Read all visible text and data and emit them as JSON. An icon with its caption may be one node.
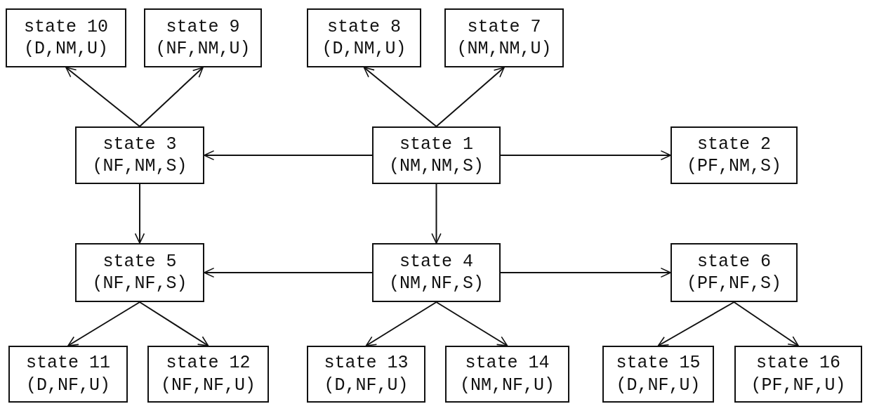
{
  "diagram": {
    "nodes": [
      {
        "text": [
          "state 10",
          "(D,NM,U)"
        ]
      },
      {
        "text": [
          "state 9",
          "(NF,NM,U)"
        ]
      },
      {
        "text": [
          "state 8",
          "(D,NM,U)"
        ]
      },
      {
        "text": [
          "state 7",
          "(NM,NM,U)"
        ]
      },
      {
        "text": [
          "state 3",
          "(NF,NM,S)"
        ]
      },
      {
        "text": [
          "state 1",
          "(NM,NM,S)"
        ]
      },
      {
        "text": [
          "state 2",
          "(PF,NM,S)"
        ]
      },
      {
        "text": [
          "state 5",
          "(NF,NF,S)"
        ]
      },
      {
        "text": [
          "state 4",
          "(NM,NF,S)"
        ]
      },
      {
        "text": [
          "state 6",
          "(PF,NF,S)"
        ]
      },
      {
        "text": [
          "state 11",
          "(D,NF,U)"
        ]
      },
      {
        "text": [
          "state 12",
          "(NF,NF,U)"
        ]
      },
      {
        "text": [
          "state 13",
          "(D,NF,U)"
        ]
      },
      {
        "text": [
          "state 14",
          "(NM,NF,U)"
        ]
      },
      {
        "text": [
          "state 15",
          "(D,NF,U)"
        ]
      },
      {
        "text": [
          "state 16",
          "(PF,NF,U)"
        ]
      }
    ],
    "edges": [
      {
        "from": 5,
        "to": 2,
        "arrow": "to"
      },
      {
        "from": 5,
        "to": 3,
        "arrow": "to"
      },
      {
        "from": 4,
        "to": 0,
        "arrow": "to"
      },
      {
        "from": 4,
        "to": 1,
        "arrow": "to"
      },
      {
        "from": 5,
        "to": 4,
        "arrow": "to"
      },
      {
        "from": 5,
        "to": 6,
        "arrow": "to"
      },
      {
        "from": 4,
        "to": 7,
        "arrow": "to"
      },
      {
        "from": 5,
        "to": 8,
        "arrow": "to"
      },
      {
        "from": 8,
        "to": 7,
        "arrow": "to"
      },
      {
        "from": 8,
        "to": 9,
        "arrow": "to"
      },
      {
        "from": 7,
        "to": 10,
        "arrow": "to"
      },
      {
        "from": 7,
        "to": 11,
        "arrow": "to"
      },
      {
        "from": 8,
        "to": 12,
        "arrow": "to"
      },
      {
        "from": 8,
        "to": 13,
        "arrow": "to"
      },
      {
        "from": 9,
        "to": 14,
        "arrow": "to"
      },
      {
        "from": 9,
        "to": 15,
        "arrow": "to"
      }
    ]
  }
}
